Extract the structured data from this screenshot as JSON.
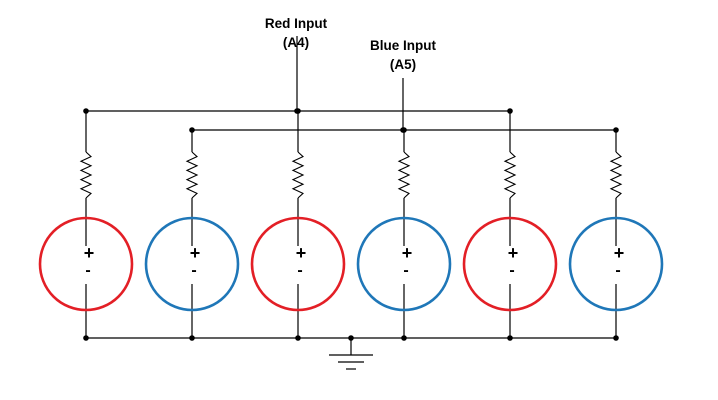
{
  "inputs": {
    "red": {
      "name": "Red Input",
      "pin": "(A4)"
    },
    "blue": {
      "name": "Blue Input",
      "pin": "(A5)"
    }
  },
  "polarity": {
    "plus": "+",
    "minus": "-"
  },
  "colors": {
    "red_led": "#e31f26",
    "blue_led": "#1f77b8",
    "wire": "#000000"
  },
  "leds": [
    {
      "channel": "red"
    },
    {
      "channel": "blue"
    },
    {
      "channel": "red"
    },
    {
      "channel": "blue"
    },
    {
      "channel": "red"
    },
    {
      "channel": "blue"
    }
  ],
  "icons": {
    "resistor": "resistor-icon",
    "led": "led-icon",
    "ground": "ground-icon"
  }
}
